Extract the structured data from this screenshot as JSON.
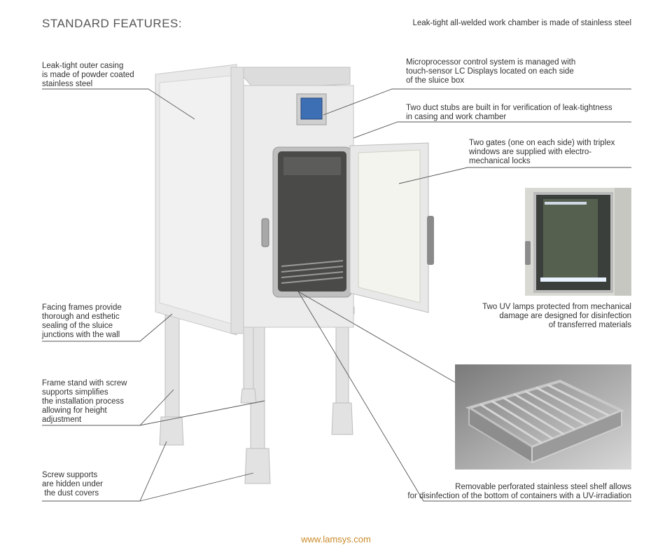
{
  "heading": "STANDARD FEATURES:",
  "notes": {
    "chamber": [
      "Leak-tight all-welded work chamber is made of stainless steel"
    ],
    "casing": [
      "Leak-tight outer casing",
      "is made of powder coated",
      "stainless steel"
    ],
    "control": [
      "Microprocessor control system is managed with",
      "touch-sensor LC Displays located on each side",
      "of the sluice box"
    ],
    "ducts": [
      "Two duct stubs are built in for verification of leak-tightness",
      "in casing and work chamber"
    ],
    "gates": [
      "Two gates (one on each side) with triplex",
      "windows are supplied with electro-",
      "mechanical locks"
    ],
    "frames": [
      "Facing frames provide",
      "thorough and esthetic",
      "sealing of the sluice",
      "junctions with the wall"
    ],
    "stand": [
      "Frame stand with screw",
      "supports simplifies",
      "the installation process",
      "allowing for height",
      "adjustment"
    ],
    "screws": [
      "Screw supports",
      "are hidden under",
      " the dust covers"
    ],
    "uv": [
      "Two UV lamps protected from mechanical",
      "damage are designed for disinfection",
      "of transferred materials"
    ],
    "shelf": [
      "Removable perforated stainless steel shelf allows",
      "for disinfection of the bottom of containers with a UV-irradiation"
    ]
  },
  "footer": "www.lamsys.com"
}
